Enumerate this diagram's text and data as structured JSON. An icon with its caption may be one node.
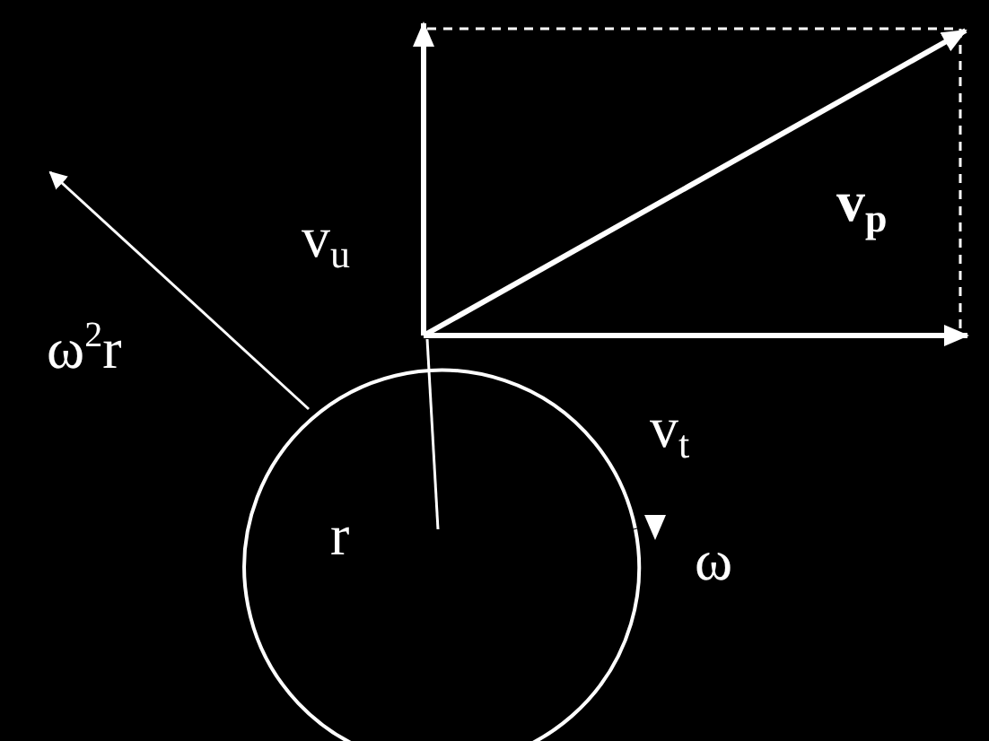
{
  "diagram": {
    "labels": [
      "v$_{u}$",
      "v$_{p}$",
      "ω$^{2}$r",
      "v$_{t}$",
      "r",
      "ω"
    ]
  }
}
